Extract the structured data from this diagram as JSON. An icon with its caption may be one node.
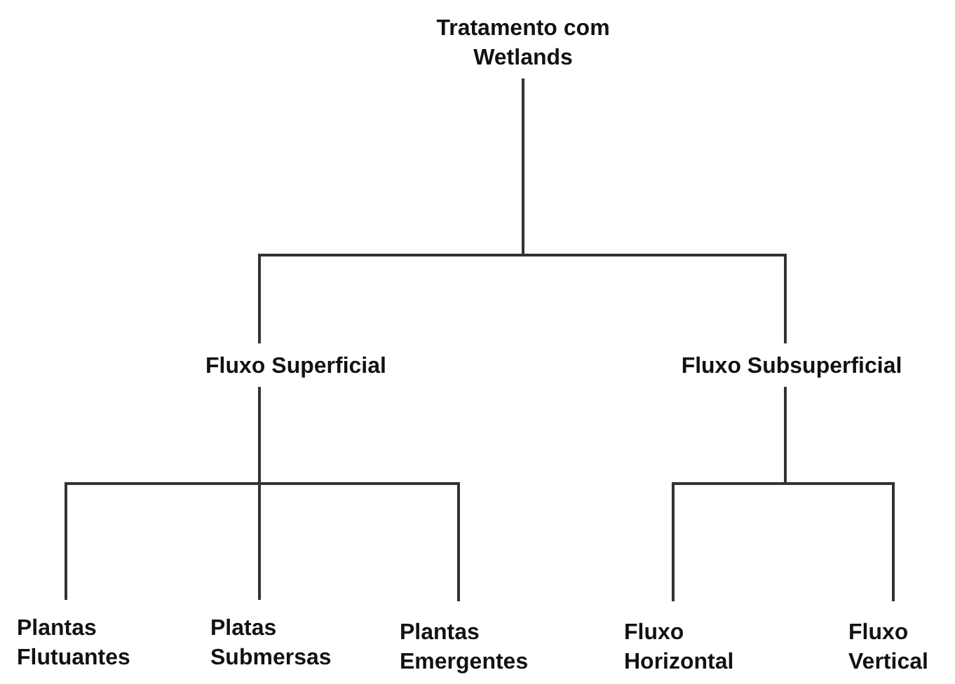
{
  "diagram": {
    "nodes": [
      {
        "text": [
          "Tratamento com Wetlands"
        ]
      },
      {
        "text": [
          "Fluxo Superficial"
        ]
      },
      {
        "text": [
          "Fluxo Subsuperficial"
        ]
      },
      {
        "text": [
          "Plantas Flutuantes"
        ]
      },
      {
        "text": [
          "Platas Submersas"
        ]
      },
      {
        "text": [
          "Plantas Emergentes"
        ]
      },
      {
        "text": [
          "Fluxo Horizontal"
        ]
      },
      {
        "text": [
          "Fluxo Vertical"
        ]
      }
    ],
    "edges": [
      {
        "from": 0,
        "to": 1,
        "arrow": "none"
      },
      {
        "from": 0,
        "to": 2,
        "arrow": "none"
      },
      {
        "from": 1,
        "to": 3,
        "arrow": "none"
      },
      {
        "from": 1,
        "to": 4,
        "arrow": "none"
      },
      {
        "from": 1,
        "to": 5,
        "arrow": "none"
      },
      {
        "from": 2,
        "to": 6,
        "arrow": "none"
      },
      {
        "from": 2,
        "to": 7,
        "arrow": "none"
      }
    ]
  }
}
